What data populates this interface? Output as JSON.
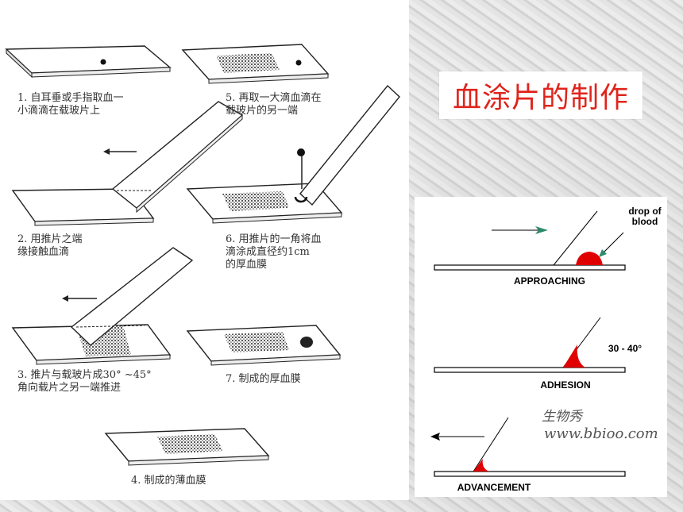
{
  "title": "血涂片的制作",
  "steps_left": [
    {
      "caption": "1. 自耳垂或手指取血一\n小滴滴在载玻片上"
    },
    {
      "caption": "2. 用推片之端\n缘接触血滴"
    },
    {
      "caption": "3. 推片与载玻片成30° ~45°\n角向载片之另一端推进"
    },
    {
      "caption": "4. 制成的薄血膜"
    },
    {
      "caption": "5. 再取一大滴血滴在\n载玻片的另一端"
    },
    {
      "caption": "6. 用推片的一角将血\n滴涂成直径约1cm\n的厚血膜"
    },
    {
      "caption": "7. 制成的厚血膜"
    }
  ],
  "right_diagram": {
    "approaching": "APPROACHING",
    "adhesion": "ADHESION",
    "advancement": "ADVANCEMENT",
    "drop_label": "drop of\nblood",
    "angle_label": "30 - 40°"
  },
  "watermark": {
    "line1": "生物秀",
    "line2": "www.bbioo.com"
  },
  "colors": {
    "title_red": "#e0241c",
    "blood_red": "#e00000",
    "arrow_teal": "#2d8a6a"
  }
}
